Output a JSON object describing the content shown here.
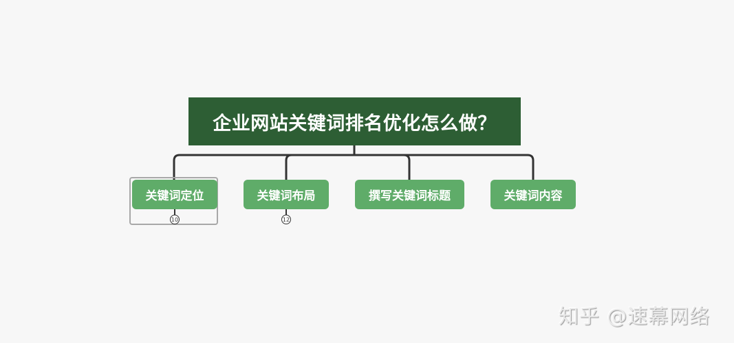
{
  "colors": {
    "background": "#f7f7f7",
    "root_fill": "#2d5e34",
    "child_fill": "#5fac69",
    "connector": "#333333",
    "selection_outline": "#a8a8a8"
  },
  "mindmap": {
    "root": {
      "label": "企业网站关键词排名优化怎么做？"
    },
    "children": [
      {
        "label": "关键词定位",
        "collapsed_count": "10",
        "selected": true
      },
      {
        "label": "关键词布局",
        "collapsed_count": "12",
        "selected": false
      },
      {
        "label": "撰写关键词标题"
      },
      {
        "label": "关键词内容"
      }
    ]
  },
  "watermark": {
    "text": "知乎 @速幕网络"
  }
}
